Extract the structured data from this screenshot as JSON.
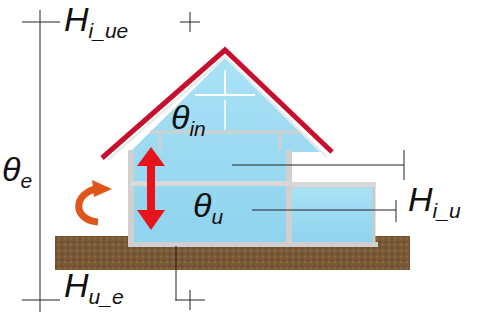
{
  "diagram": {
    "labels": [
      "Hi_ue",
      "θe",
      "θin",
      "θu",
      "Hi_u",
      "Hu_e"
    ]
  }
}
